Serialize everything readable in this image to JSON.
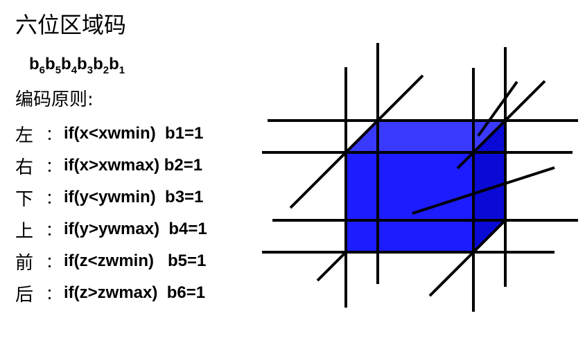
{
  "title": "六位区域码",
  "code": {
    "bits": [
      {
        "letter": "b",
        "index": "6"
      },
      {
        "letter": "b",
        "index": "5"
      },
      {
        "letter": "b",
        "index": "4"
      },
      {
        "letter": "b",
        "index": "3"
      },
      {
        "letter": "b",
        "index": "2"
      },
      {
        "letter": "b",
        "index": "1"
      }
    ]
  },
  "principle_label": "编码原则:",
  "rules": [
    {
      "side": "左",
      "colon": "：",
      "condition": "if(x<xwmin)  b1=1"
    },
    {
      "side": "右",
      "colon": "：",
      "condition": "if(x>xwmax) b2=1"
    },
    {
      "side": "下",
      "colon": "：",
      "condition": "if(y<ywmin)  b3=1"
    },
    {
      "side": "上",
      "colon": "：",
      "condition": "if(y>ywmax)  b4=1"
    },
    {
      "side": "前",
      "colon": "：",
      "condition": "if(z<zwmin)   b5=1"
    },
    {
      "side": "后",
      "colon": "：",
      "condition": "if(z>zwmax)  b6=1"
    }
  ],
  "colors": {
    "cube_front": "#1c1cff",
    "cube_top": "#3a3aff",
    "cube_side": "#0a0ad6",
    "lines": "#000000"
  }
}
